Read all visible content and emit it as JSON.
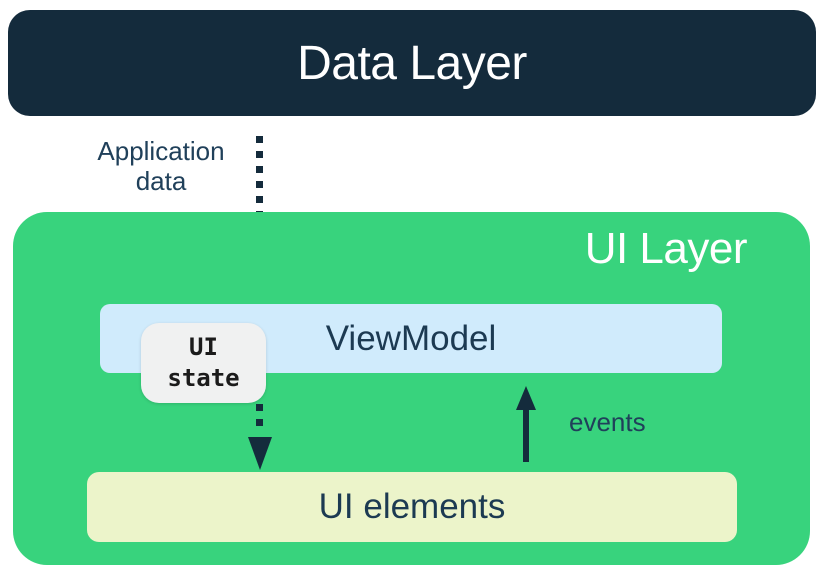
{
  "diagram": {
    "data_layer": {
      "label": "Data Layer"
    },
    "ui_layer": {
      "label": "UI Layer"
    },
    "viewmodel": {
      "label": "ViewModel"
    },
    "ui_state": {
      "lines": [
        "UI",
        "state"
      ]
    },
    "ui_elements": {
      "label": "UI elements"
    },
    "arrows": {
      "application_data": {
        "lines": [
          "Application",
          "data"
        ],
        "style": "dotted",
        "direction": "down",
        "from": "Data Layer",
        "to": "UI elements (via ViewModel / UI state)"
      },
      "events": {
        "label": "events",
        "style": "solid",
        "direction": "up",
        "from": "UI elements",
        "to": "ViewModel"
      }
    },
    "colors": {
      "navy": "#142b3c",
      "label_navy": "#20405a",
      "green": "#38d37d",
      "light_blue": "#d0ebfc",
      "pale_yellow": "#ecf4ca",
      "state_gray": "#f0f1f1",
      "white": "#ffffff"
    }
  }
}
